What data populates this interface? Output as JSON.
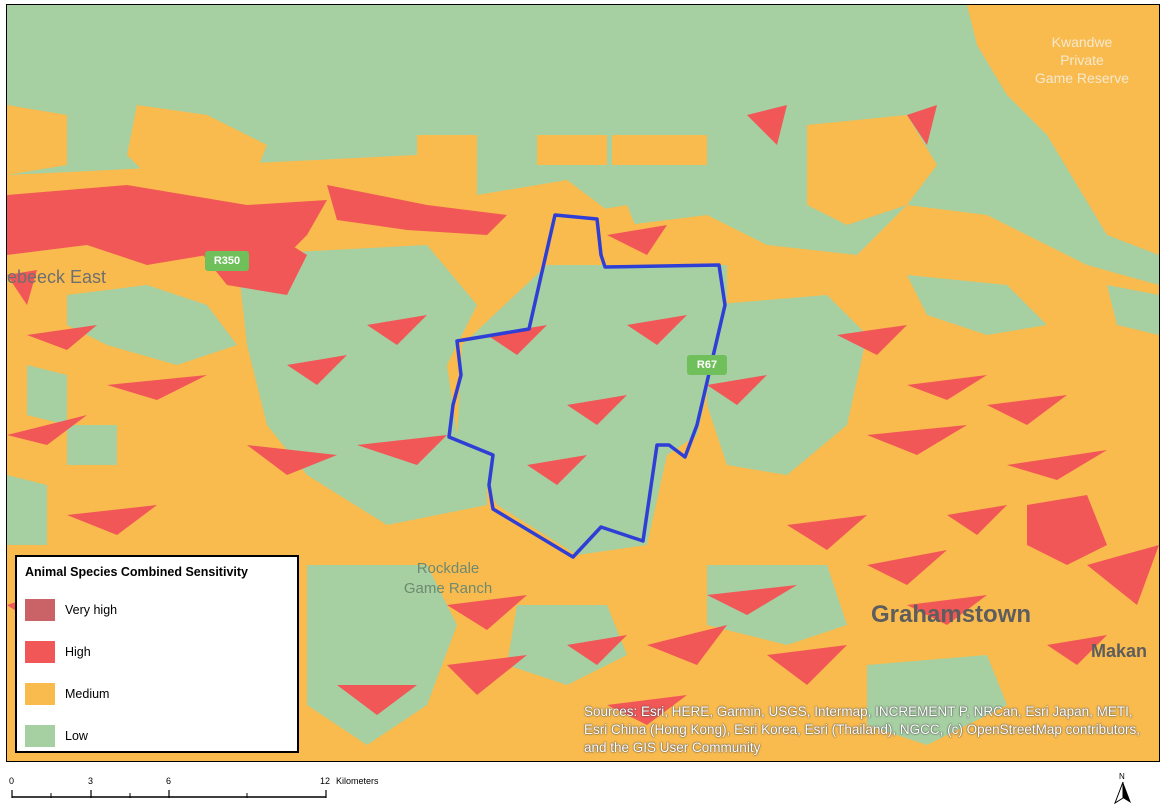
{
  "colors": {
    "low": "#a6cfa2",
    "medium": "#f9bb4e",
    "high": "#f25757",
    "very_high": "#c96367",
    "boundary": "#2f3fd6",
    "route_shield": "#6fbf5a"
  },
  "map": {
    "place_labels": [
      {
        "id": "kwandwe",
        "text": "Kwandwe\nPrivate\nGame Reserve"
      },
      {
        "id": "ebeeck",
        "text": "ebeeck East"
      },
      {
        "id": "rockdale",
        "text": "Rockdale\nGame Ranch"
      },
      {
        "id": "grahamstown",
        "text": "Grahamstown"
      },
      {
        "id": "makana",
        "text": "Makan"
      }
    ],
    "route_shields": [
      {
        "id": "r-west",
        "text": "R350"
      },
      {
        "id": "r-east",
        "text": "R67"
      }
    ]
  },
  "legend": {
    "title": "Animal Species Combined Sensitivity",
    "items": [
      {
        "label": "Very high",
        "color": "#c96367"
      },
      {
        "label": "High",
        "color": "#f25757"
      },
      {
        "label": "Medium",
        "color": "#f9bb4e"
      },
      {
        "label": "Low",
        "color": "#a6cfa2"
      }
    ]
  },
  "attribution": {
    "text": "Sources: Esri, HERE, Garmin, USGS, Intermap, INCREMENT P, NRCan, Esri Japan, METI, Esri China (Hong Kong), Esri Korea, Esri (Thailand), NGCC, (c) OpenStreetMap contributors, and the GIS User Community"
  },
  "scale_bar": {
    "ticks": [
      "0",
      "3",
      "6",
      "12"
    ],
    "unit": "Kilometers"
  },
  "north_arrow": {
    "label": "N",
    "icon": "north-arrow-icon"
  }
}
